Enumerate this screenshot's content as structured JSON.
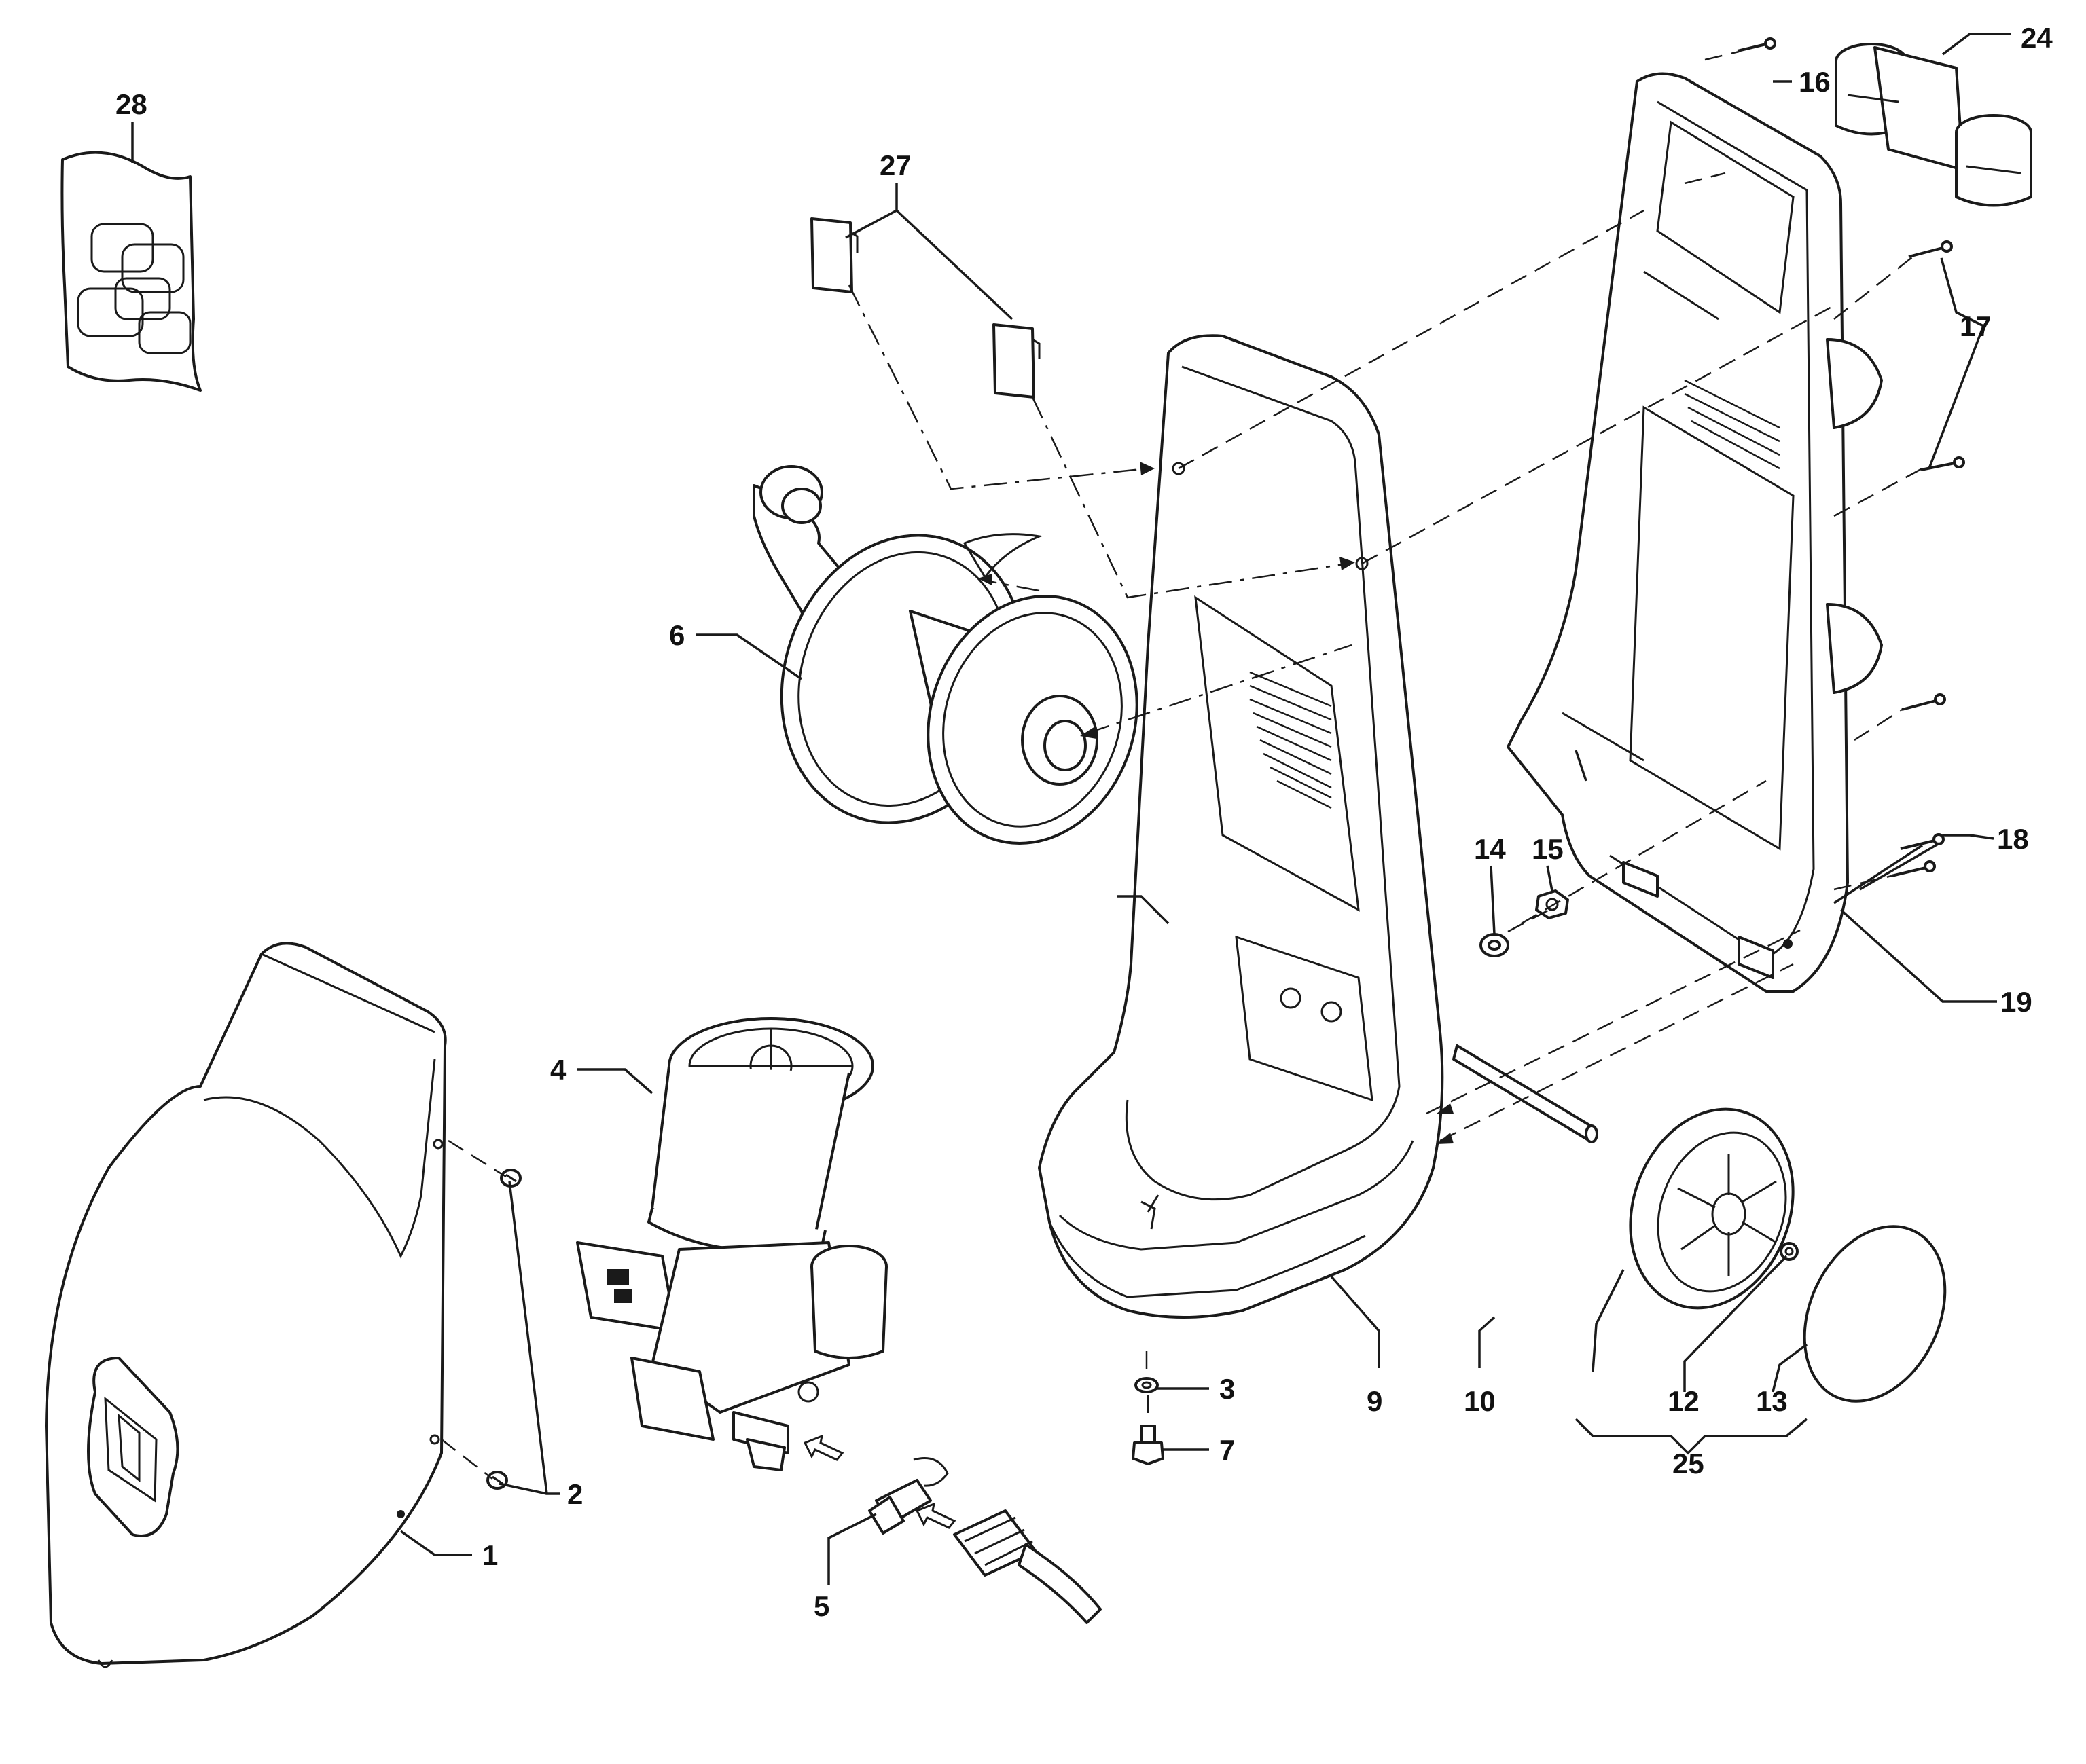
{
  "diagram": {
    "type": "exploded-parts-view",
    "callouts": {
      "c1": "1",
      "c2": "2",
      "c3": "3",
      "c4": "4",
      "c5": "5",
      "c6": "6",
      "c7": "7",
      "c9": "9",
      "c10": "10",
      "c12": "12",
      "c13": "13",
      "c14": "14",
      "c15": "15",
      "c16": "16",
      "c17": "17",
      "c18": "18",
      "c19": "19",
      "c24": "24",
      "c25": "25",
      "c27": "27",
      "c28": "28"
    }
  }
}
